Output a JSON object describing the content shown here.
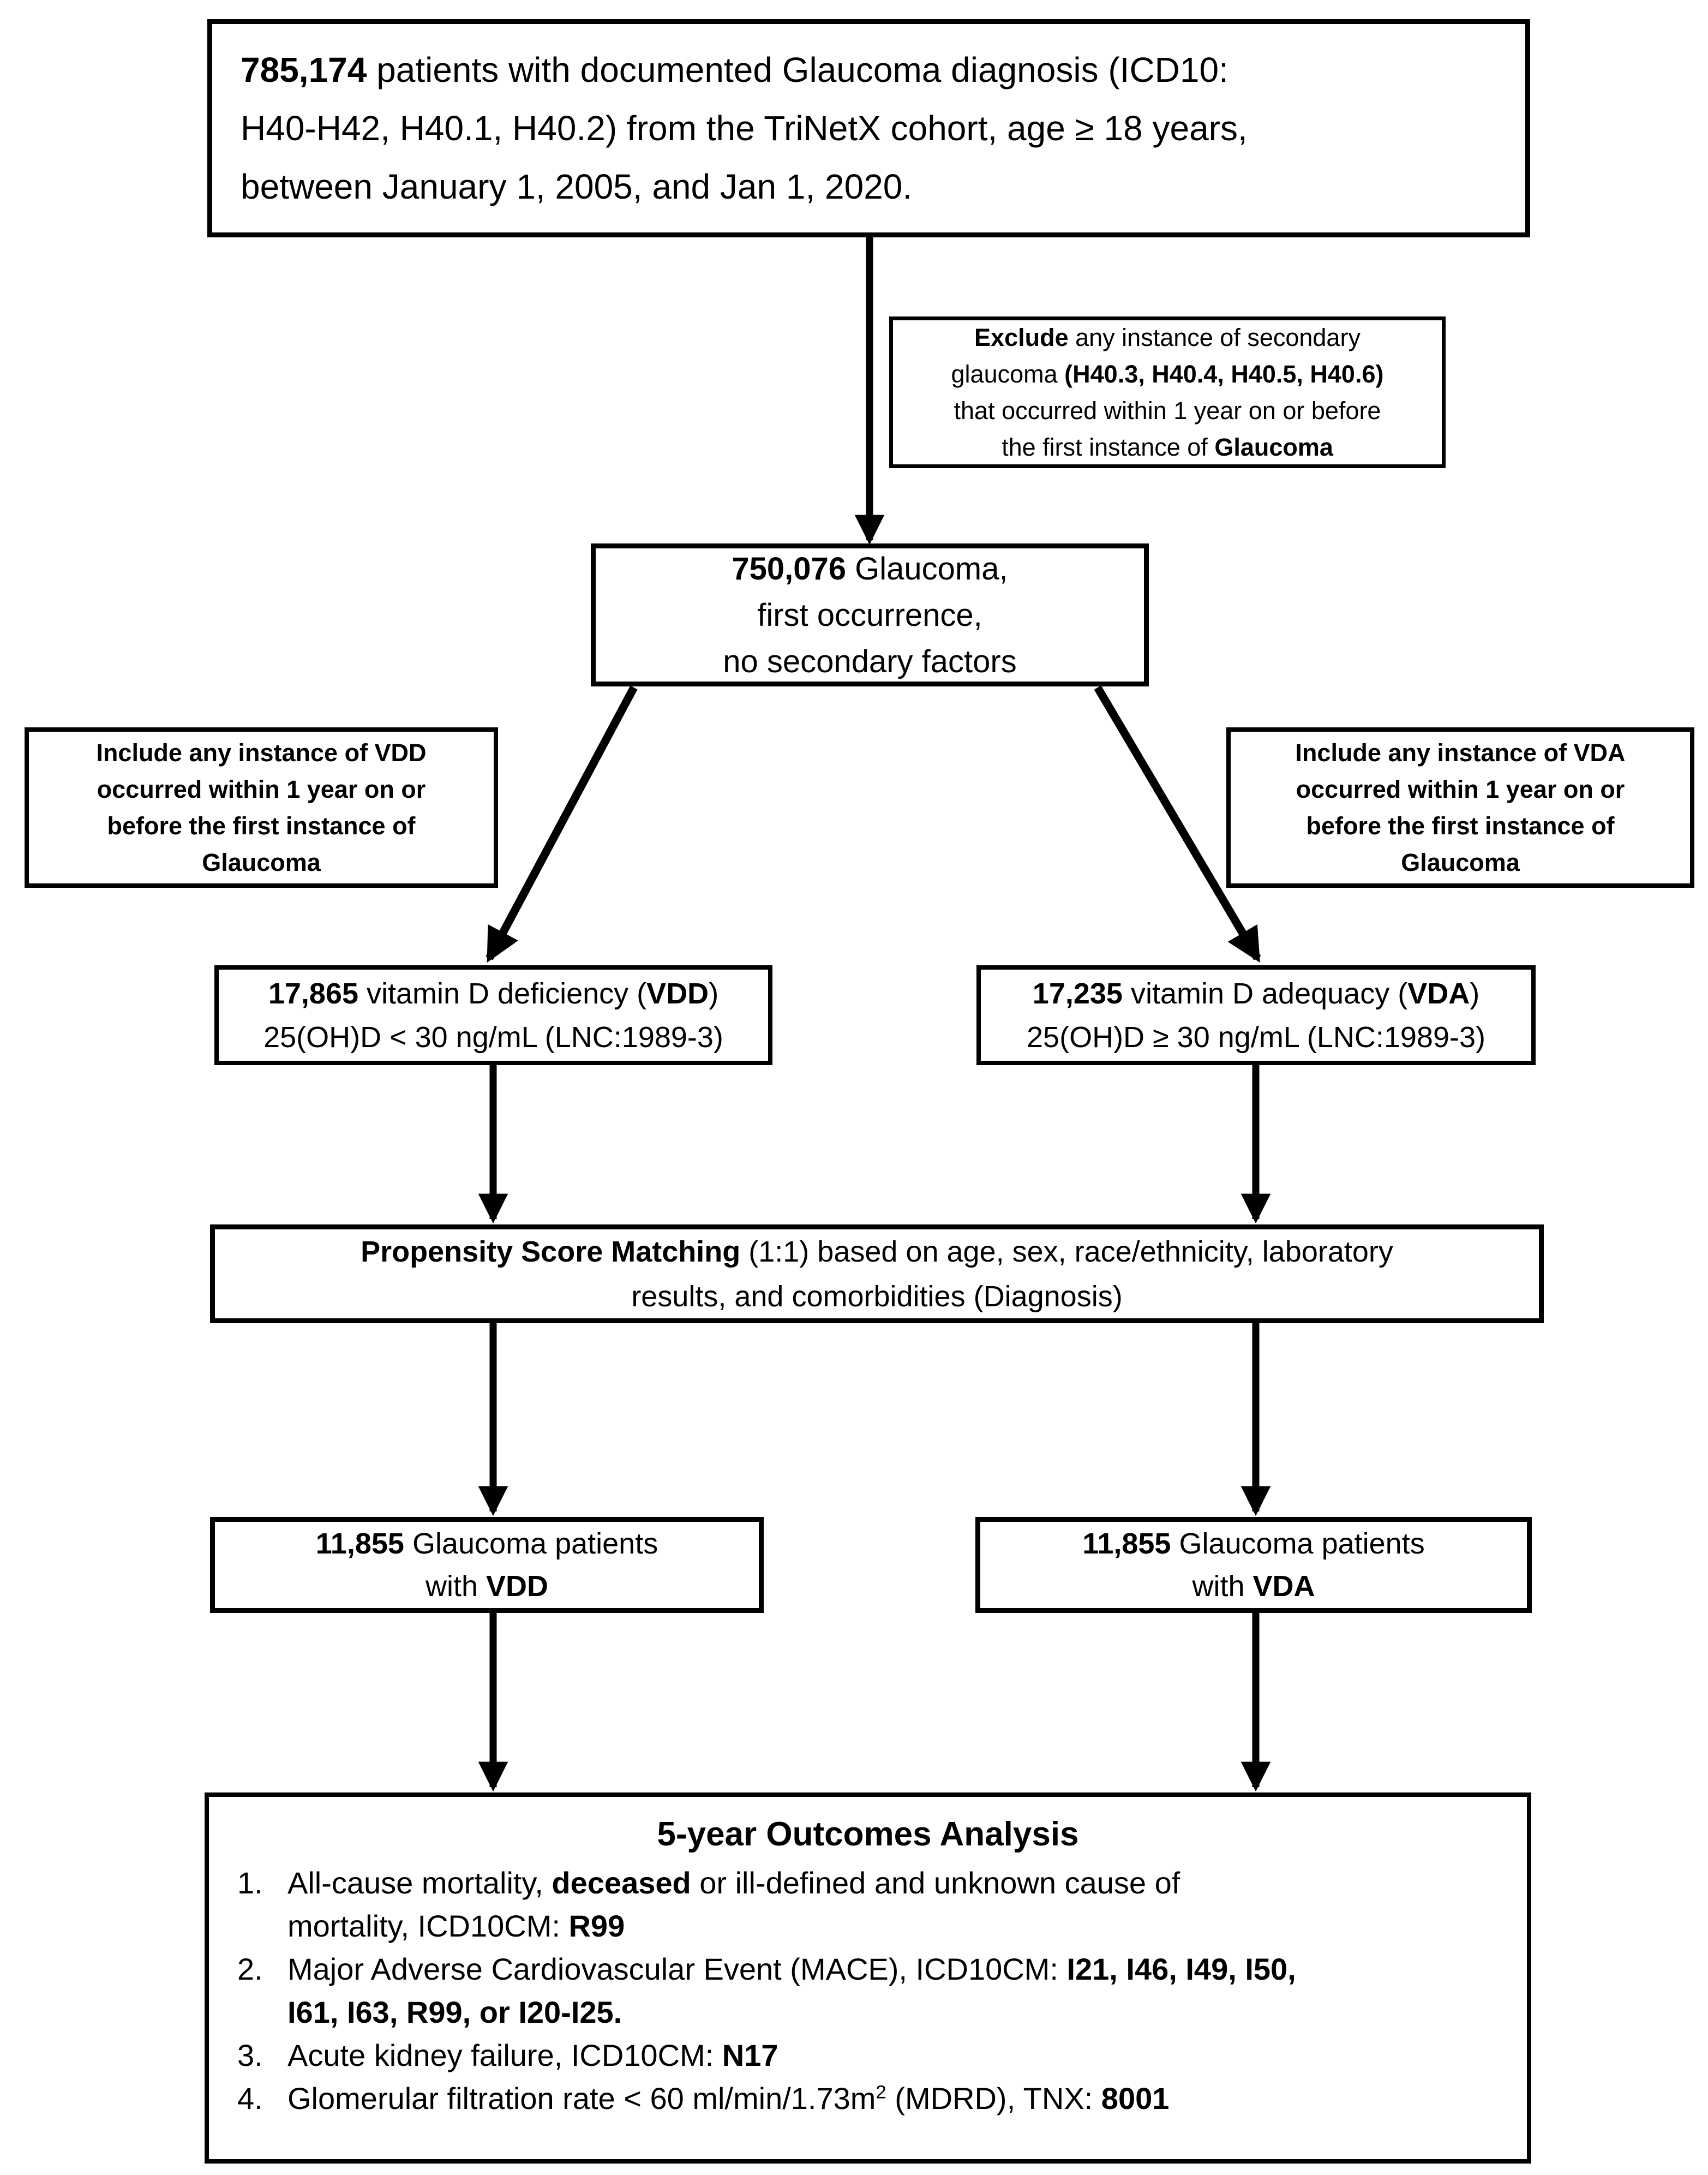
{
  "page": {
    "background": "#ffffff",
    "ink": "#000000"
  },
  "boxes": {
    "top": {
      "count": "785,174",
      "line1_rest": " patients with documented Glaucoma diagnosis (ICD10:",
      "line2": "H40-H42, H40.1, H40.2) from the TriNetX cohort, age ≥ 18 years,",
      "line3": "between January 1, 2005, and Jan 1, 2020."
    },
    "exclude": {
      "line1_bold": "Exclude",
      "line1_rest": " any instance of secondary",
      "line2_pre": "glaucoma ",
      "line2_bold": "(H40.3, H40.4, H40.5, H40.6)",
      "line3": "that occurred within 1 year on or before",
      "line4_pre": "the first instance of ",
      "line4_bold": "Glaucoma"
    },
    "glaucoma": {
      "count": "750,076",
      "line1_rest": " Glaucoma,",
      "line2": "first occurrence,",
      "line3": "no secondary factors"
    },
    "include_vdd": {
      "line1": "Include any instance of VDD",
      "line2": "occurred within 1 year on or",
      "line3": "before the first instance of",
      "line4": "Glaucoma"
    },
    "include_vda": {
      "line1": "Include any instance of VDA",
      "line2": "occurred within 1 year on or",
      "line3": "before the first instance of",
      "line4": "Glaucoma"
    },
    "vdd": {
      "count": "17,865",
      "line1_mid": " vitamin D deficiency (",
      "abbr": "VDD",
      "line1_end": ")",
      "line2": "25(OH)D < 30 ng/mL (LNC:1989-3)"
    },
    "vda": {
      "count": "17,235",
      "line1_mid": " vitamin D adequacy (",
      "abbr": "VDA",
      "line1_end": ")",
      "line2": "25(OH)D ≥ 30 ng/mL (LNC:1989-3)"
    },
    "psm": {
      "bold": "Propensity Score Matching",
      "line1_rest": " (1:1) based on age, sex, race/ethnicity, laboratory",
      "line2": "results, and comorbidities (Diagnosis)"
    },
    "matched_vdd": {
      "count": "11,855",
      "line1_rest": " Glaucoma patients",
      "line2_pre": "with ",
      "abbr": "VDD"
    },
    "matched_vda": {
      "count": "11,855",
      "line1_rest": " Glaucoma patients",
      "line2_pre": "with ",
      "abbr": "VDA"
    },
    "outcomes": {
      "title": "5-year Outcomes Analysis",
      "item1": {
        "num": "1.",
        "s1": "All-cause mortality, ",
        "b1": "deceased",
        "s2": " or ill-defined and unknown cause of",
        "s3": "mortality, ICD10CM: ",
        "b2": "R99"
      },
      "item2": {
        "num": "2.",
        "s1": "Major Adverse Cardiovascular Event (MACE), ICD10CM: ",
        "b1": "I21, I46, I49, I50,",
        "b2": "I61, I63, R99, or I20-I25."
      },
      "item3": {
        "num": "3.",
        "s1": "Acute kidney failure, ICD10CM: ",
        "b1": "N17"
      },
      "item4": {
        "num": "4.",
        "s1": "Glomerular filtration rate < 60 ml/min/1.73m",
        "sup": "2",
        "s2": " (MDRD), TNX: ",
        "b1": "8001"
      }
    }
  }
}
